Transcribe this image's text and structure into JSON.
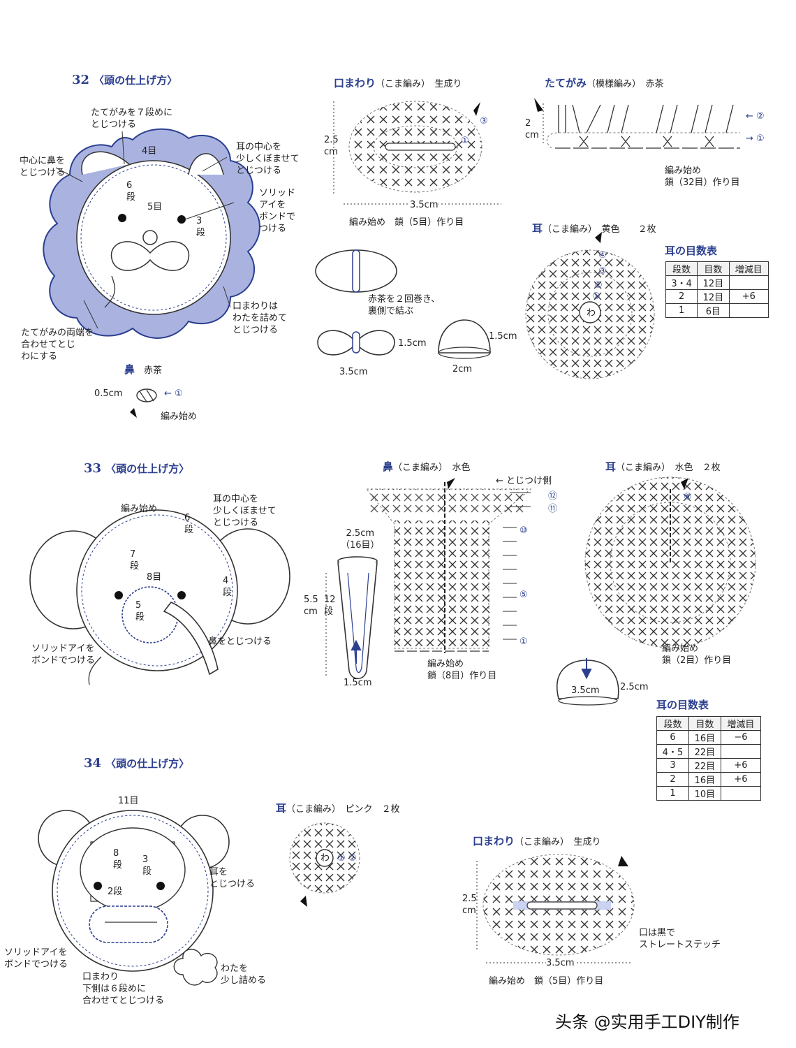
{
  "s32": {
    "num": "32",
    "title": "〈頭の仕上げ方〉",
    "labels": {
      "mane7": "たてがみを７段めに\nとじつける",
      "nose_center": "中心に鼻を\nとじつける",
      "r4": "4目",
      "ear_center": "耳の中心を\n少しくぼませて\nとじつける",
      "r6": "6\n段",
      "r5": "5目",
      "r3": "3\n段",
      "solid_eye": "ソリッド\nアイを\nボンドで\nつける",
      "mouth_fill": "口まわりは\nわたを詰めて\nとじつける",
      "mane_ends": "たてがみの両端を\n合わせてとじ\nわにする"
    },
    "nose": {
      "title": "鼻",
      "color": "赤茶",
      "size": "0.5cm",
      "start": "編み始め",
      "r1": "①"
    },
    "mouth": {
      "title": "口まわり",
      "stitch": "（こま編み）",
      "color": "生成り",
      "height": "2.5\ncm",
      "width": "3.5cm",
      "start": "編み始め　鎖（5目）作り目",
      "r1": "①",
      "r3": "③"
    },
    "mane": {
      "title": "たてがみ",
      "stitch": "（模様編み）",
      "color": "赤茶",
      "height": "2\ncm",
      "start": "編み始め\n鎖（32目）作り目",
      "r1": "①",
      "r2": "②"
    },
    "shapes": {
      "wrap_note": "赤茶を２回巻き、\n裏側で結ぶ",
      "h1": "1.5cm",
      "w1": "3.5cm",
      "h2": "1.5cm",
      "w2": "2cm"
    },
    "ear": {
      "title": "耳",
      "stitch": "（こま編み）",
      "color": "黄色",
      "count": "２枚",
      "ring": "わ",
      "rounds": [
        "①",
        "②",
        "③",
        "④"
      ]
    },
    "ear_table": {
      "title": "耳の目数表",
      "headers": [
        "段数",
        "目数",
        "増減目"
      ],
      "rows": [
        [
          "3・4",
          "12目",
          ""
        ],
        [
          "2",
          "12目",
          "+6"
        ],
        [
          "1",
          "6目",
          ""
        ]
      ]
    }
  },
  "s33": {
    "num": "33",
    "title": "〈頭の仕上げ方〉",
    "labels": {
      "start": "編み始め",
      "ear_center": "耳の中心を\n少しくぼませて\nとじつける",
      "r6": "6\n段",
      "r7": "7\n段",
      "r8": "8目",
      "r4": "4\n段",
      "r5": "5\n段",
      "solid_eye": "ソリッドアイを\nボンドでつける",
      "nose_attach": "鼻をとじつける"
    },
    "nose": {
      "title": "鼻",
      "stitch": "（こま編み）",
      "color": "水色",
      "closing_side": "とじつけ側",
      "rounds": [
        "⑫",
        "⑪",
        "⑩",
        "⑤",
        "①"
      ],
      "start": "編み始め\n鎖（8目）作り目",
      "tube_w": "2.5cm\n（16目）",
      "tube_h": "5.5\ncm",
      "tube_rows": "12\n段",
      "tube_b": "1.5cm"
    },
    "ear": {
      "title": "耳",
      "stitch": "（こま編み）",
      "color": "水色",
      "count": "２枚",
      "r6": "⑥",
      "start": "編み始め\n鎖（2目）作り目",
      "dome_w": "3.5cm",
      "dome_h": "2.5cm"
    },
    "ear_table": {
      "title": "耳の目数表",
      "headers": [
        "段数",
        "目数",
        "増減目"
      ],
      "rows": [
        [
          "6",
          "16目",
          "−6"
        ],
        [
          "4・5",
          "22目",
          ""
        ],
        [
          "3",
          "22目",
          "+6"
        ],
        [
          "2",
          "16目",
          "+6"
        ],
        [
          "1",
          "10目",
          ""
        ]
      ]
    }
  },
  "s34": {
    "num": "34",
    "title": "〈頭の仕上げ方〉",
    "labels": {
      "r11": "11目",
      "r8": "8\n段",
      "r3": "3\n段",
      "ear_attach": "耳を\nとじつける",
      "r2": "2段",
      "solid_eye": "ソリッドアイを\nボンドでつける",
      "mouth": "口まわり\n下側は６段めに\n合わせてとじつける",
      "stuff": "わたを\n少し詰める"
    },
    "ear": {
      "title": "耳",
      "stitch": "（こま編み）",
      "color": "ピンク",
      "count": "２枚",
      "ring": "わ",
      "r1": "①",
      "r2": "②"
    },
    "mouth": {
      "title": "口まわり",
      "stitch": "（こま編み）",
      "color": "生成り",
      "height": "2.5\ncm",
      "width": "3.5cm",
      "start": "編み始め　鎖（5目）作り目",
      "stitch_note": "口は黒で\nストレートステッチ"
    }
  },
  "watermark": "头条 @实用手工DIY制作",
  "colors": {
    "accent": "#2b3f8f",
    "mane_fill": "#aab3e0",
    "highlight": "#c6cdf0"
  }
}
